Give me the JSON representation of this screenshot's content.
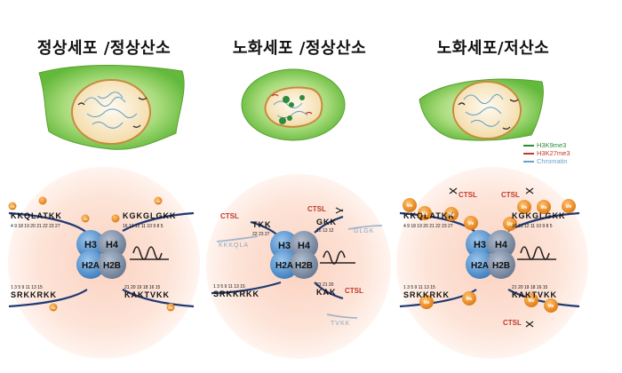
{
  "panels": [
    {
      "title": "정상세포 /정상산소"
    },
    {
      "title": "노화세포 /정상산소"
    },
    {
      "title": "노화세포/저산소"
    }
  ],
  "legend": [
    {
      "label": "H3K9me3",
      "color": "#2e8b3a"
    },
    {
      "label": "H3K27me3",
      "color": "#c0392b"
    },
    {
      "label": "Chromatin",
      "color": "#6aa3c8"
    }
  ],
  "histones": {
    "h3": "H3",
    "h4": "H4",
    "h2a": "H2A",
    "h2b": "H2B"
  },
  "tail_sequences": {
    "h3_residues": "KKQLATKK",
    "h3_numbers": "4 9 18 19 20 21 22 23 27",
    "h4_residues": "KGKGLGKK",
    "h4_numbers": "16 13 12 11 10 9 8 5",
    "h2a_residues": "SRKKRKK",
    "h2a_numbers": "1 3 5 9 11 13 15",
    "h2b_residues": "KAKTVKK",
    "h2b_numbers": "21 20 19 18 16 15",
    "h3_cleaved_residues": "TKK",
    "h3_cleaved_numbers": "22 23 27",
    "h4_cleaved_residues": "GKK",
    "h4_cleaved_numbers": "16 13 12",
    "h2b_cleaved_residues": "KAK",
    "h2b_cleaved_numbers": "23 21 20",
    "fragment_h3": "KKKQLA",
    "fragment_h4": "GLGK",
    "fragment_h2b": "TVKK"
  },
  "enzyme_label": "CTSL",
  "methyl_label": "Me",
  "colors": {
    "cytoplasm": "#8fcf5a",
    "nucleus": "#f4e2b5",
    "nucleus_border": "#c88a3a",
    "chromatin": "#6aa3c8",
    "methyl": "#f0902a",
    "enzyme": "#c0392b",
    "histone_blue": "#5b9bd5",
    "histone_gray": "#7f8fa6",
    "dna": "#1f3a73"
  }
}
